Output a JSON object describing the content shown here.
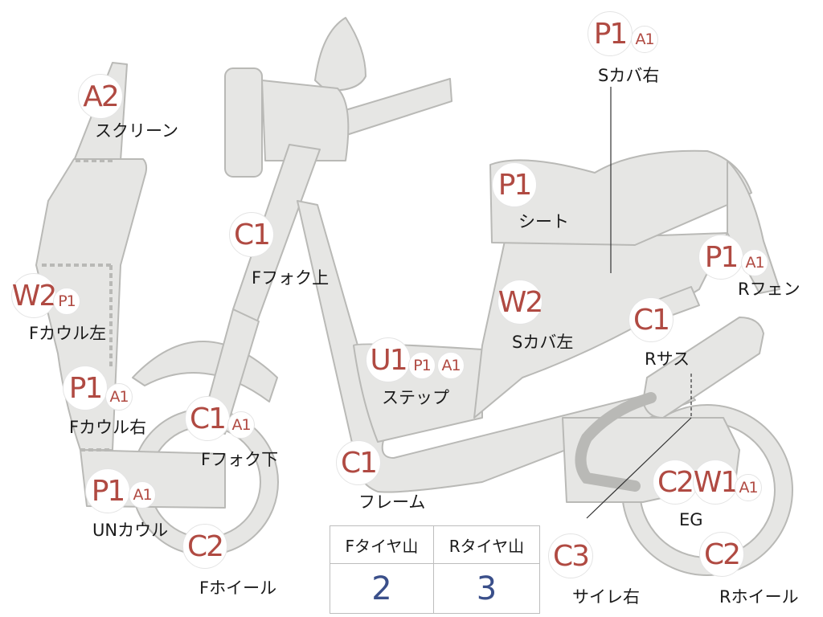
{
  "parts": {
    "screen": {
      "label": "スクリーン",
      "codes": [
        "A2"
      ]
    },
    "f_cowl_left": {
      "label": "Fカウル左",
      "codes": [
        "W2",
        "P1"
      ]
    },
    "f_cowl_right": {
      "label": "Fカウル右",
      "codes": [
        "P1",
        "A1"
      ]
    },
    "un_cowl": {
      "label": "UNカウル",
      "codes": [
        "P1",
        "A1"
      ]
    },
    "f_fork_upper": {
      "label": "Fフォク上",
      "codes": [
        "C1"
      ]
    },
    "f_fork_lower": {
      "label": "Fフォク下",
      "codes": [
        "C1",
        "A1"
      ]
    },
    "f_wheel": {
      "label": "Fホイール",
      "codes": [
        "C2"
      ]
    },
    "frame": {
      "label": "フレーム",
      "codes": [
        "C1"
      ]
    },
    "step": {
      "label": "ステップ",
      "codes": [
        "U1",
        "P1",
        "A1"
      ]
    },
    "seat": {
      "label": "シート",
      "codes": [
        "P1"
      ]
    },
    "s_cover_right": {
      "label": "Sカバ右",
      "codes": [
        "P1",
        "A1"
      ]
    },
    "s_cover_left": {
      "label": "Sカバ左",
      "codes": [
        "W2"
      ]
    },
    "r_fender": {
      "label": "Rフェン",
      "codes": [
        "P1",
        "A1"
      ]
    },
    "r_suspension": {
      "label": "Rサス",
      "codes": [
        "C1"
      ]
    },
    "engine": {
      "label": "EG",
      "codes": [
        "C2",
        "W1",
        "A1"
      ]
    },
    "r_wheel": {
      "label": "Rホイール",
      "codes": [
        "C2"
      ]
    },
    "silencer_right": {
      "label": "サイレ右",
      "codes": [
        "C3"
      ]
    }
  },
  "tire_table": {
    "front_header": "Fタイヤ山",
    "rear_header": "Rタイヤ山",
    "front_value": "2",
    "rear_value": "3"
  },
  "colors": {
    "body_fill": "#e6e6e4",
    "body_stroke": "#b9b9b6",
    "code_text": "#b04a42",
    "table_value": "#3a4f8a"
  }
}
